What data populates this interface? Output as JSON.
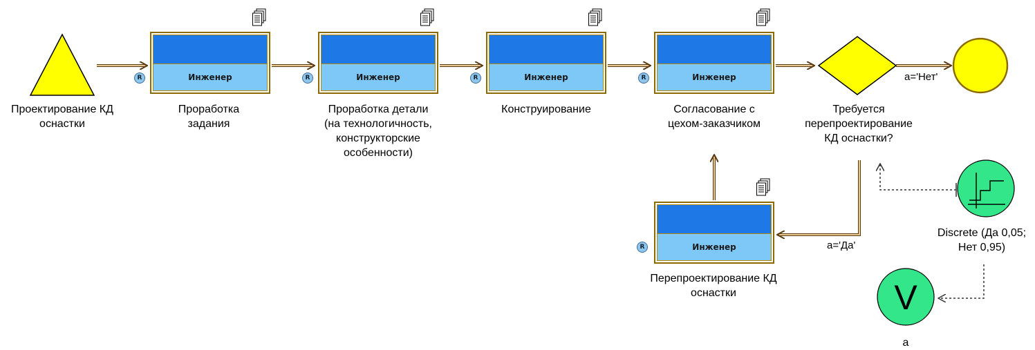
{
  "start": {
    "label": "Проектирование КД оснастки"
  },
  "activities": [
    {
      "label": "Проработка задания",
      "resource": "Инженер",
      "badge": "R"
    },
    {
      "label": "Проработка детали (на технологичность, конструкторские особенности)",
      "resource": "Инженер",
      "badge": "R"
    },
    {
      "label": "Конструирование",
      "resource": "Инженер",
      "badge": "R"
    },
    {
      "label": "Согласование с цехом-заказчиком",
      "resource": "Инженер",
      "badge": "R"
    },
    {
      "label": "Перепроектирование КД оснастки",
      "resource": "Инженер",
      "badge": "R"
    }
  ],
  "decision": {
    "label": "Требуется перепроектирование КД оснастки?"
  },
  "conditions": {
    "no": "a='Нет'",
    "yes": "a='Да'"
  },
  "generator": {
    "label": "Discrete (Да 0,05; Нет 0,95)"
  },
  "variable": {
    "symbol": "V",
    "label": "a"
  },
  "colors": {
    "activity_top": "#1e78e6",
    "activity_bottom": "#7ec8f8",
    "event_fill": "#ffff00",
    "connector": "#c8a060",
    "generator_fill": "#33e68a"
  }
}
